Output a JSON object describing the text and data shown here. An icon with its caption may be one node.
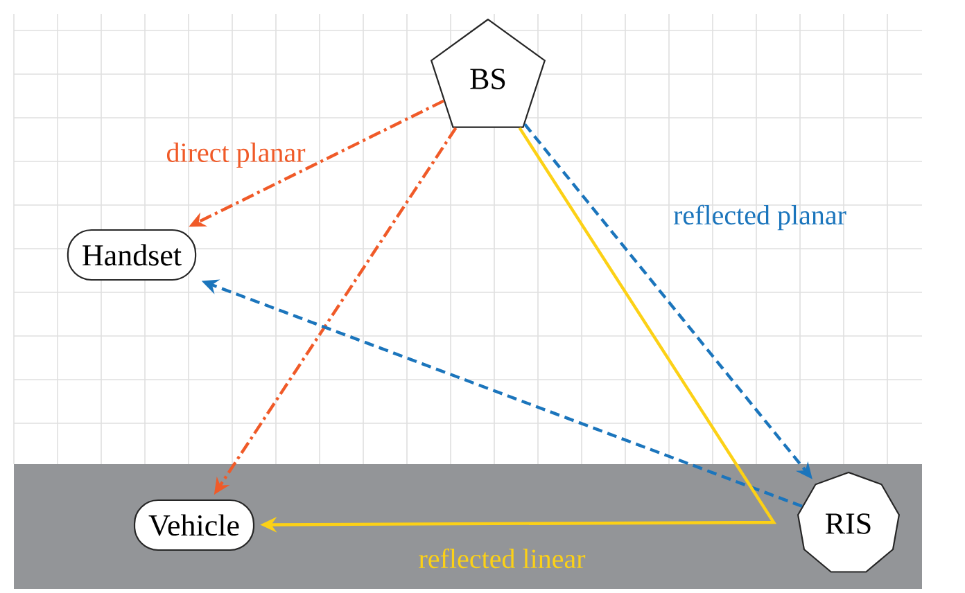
{
  "diagram": {
    "nodes": [
      {
        "text": [
          "BS"
        ]
      },
      {
        "text": [
          "Handset"
        ]
      },
      {
        "text": [
          "Vehicle"
        ]
      },
      {
        "text": [
          "RIS"
        ]
      }
    ],
    "edges": [
      {
        "from": 0,
        "to": 1,
        "arrow": "to",
        "label": "direct planar",
        "style": "dashed",
        "color": "#f05a28"
      },
      {
        "from": 0,
        "to": 2,
        "arrow": "to",
        "style": "dashed",
        "color": "#f05a28"
      },
      {
        "from": 0,
        "to": 3,
        "arrow": "to",
        "label": "reflected planar",
        "style": "dashed",
        "color": "#1b75bc"
      },
      {
        "from": 3,
        "to": 1,
        "arrow": "to",
        "style": "dashed",
        "color": "#1b75bc"
      },
      {
        "from": 0,
        "to": 2,
        "arrow": "to",
        "label": "reflected linear",
        "color": "#fcd116"
      }
    ]
  }
}
